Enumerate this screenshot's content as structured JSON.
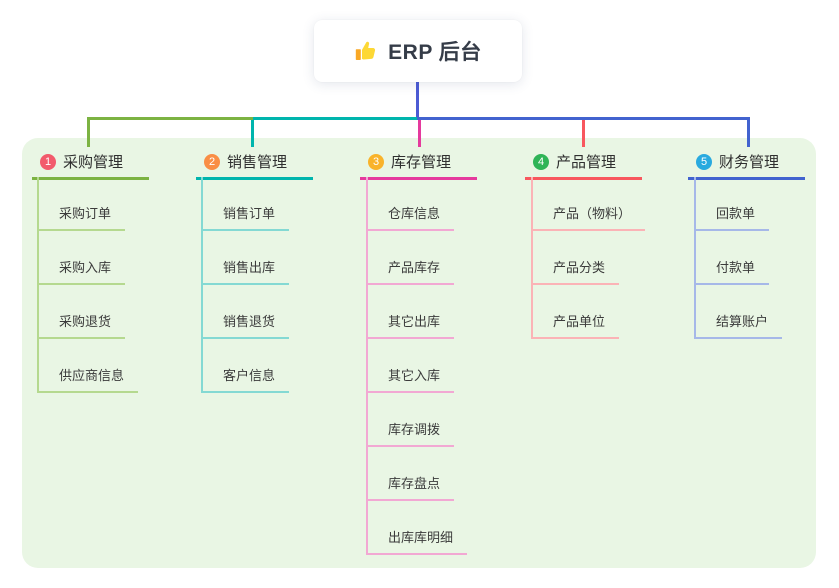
{
  "root": {
    "label": "ERP 后台",
    "icon": "thumbs-up-icon"
  },
  "branches": [
    {
      "num": "1",
      "label": "采购管理",
      "color": "#7cb342",
      "light": "#b5d98f",
      "badge": "#f25b6c",
      "items": [
        "采购订单",
        "采购入库",
        "采购退货",
        "供应商信息"
      ]
    },
    {
      "num": "2",
      "label": "销售管理",
      "color": "#00b5ad",
      "light": "#84d9d3",
      "badge": "#f98e45",
      "items": [
        "销售订单",
        "销售出库",
        "销售退货",
        "客户信息"
      ]
    },
    {
      "num": "3",
      "label": "库存管理",
      "color": "#e53a9d",
      "light": "#f2a8d3",
      "badge": "#f9b32a",
      "items": [
        "仓库信息",
        "产品库存",
        "其它出库",
        "其它入库",
        "库存调拨",
        "库存盘点",
        "出库库明细"
      ]
    },
    {
      "num": "4",
      "label": "产品管理",
      "color": "#f8575e",
      "light": "#fbb3b6",
      "badge": "#2fb457",
      "items": [
        "产品（物料）",
        "产品分类",
        "产品单位"
      ]
    },
    {
      "num": "5",
      "label": "财务管理",
      "color": "#4263cf",
      "light": "#a6b8e8",
      "badge": "#29aadf",
      "items": [
        "回款单",
        "付款单",
        "结算账户"
      ]
    }
  ],
  "colors": {
    "canvas_bg": "#e9f6e4",
    "root_connector": "#4c5bd4",
    "text": "#3b3b3b"
  }
}
